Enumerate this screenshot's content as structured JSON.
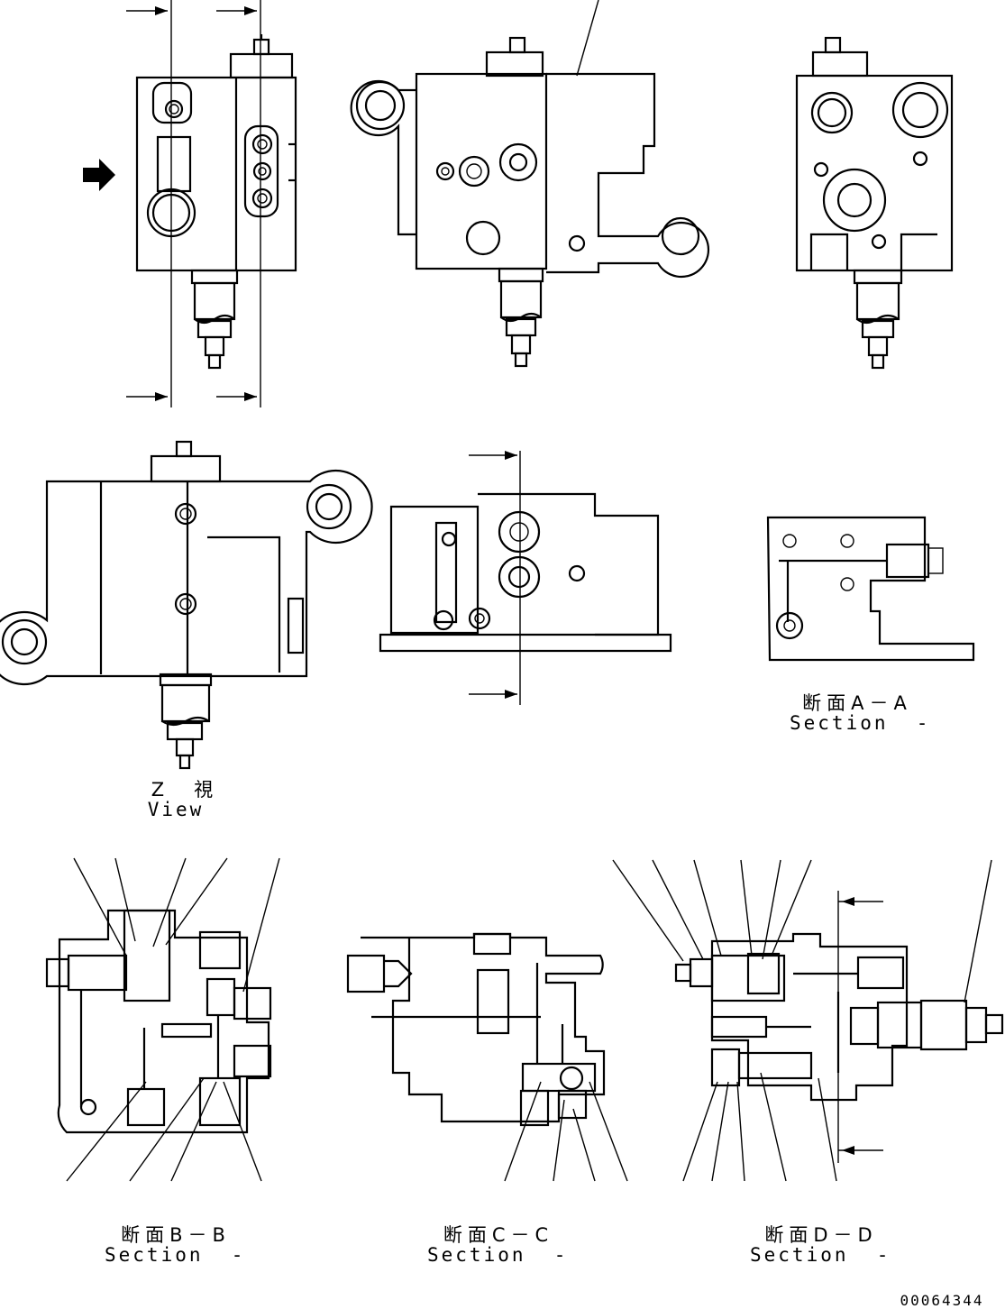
{
  "labels": {
    "z_view_ja": "Z　視",
    "z_view_en": "View",
    "section_aa_ja": "断面A－A",
    "section_aa_en": "Section  -",
    "section_bb_ja": "断面B－B",
    "section_bb_en": "Section  -",
    "section_cc_ja": "断面C－C",
    "section_cc_en": "Section  -",
    "section_dd_ja": "断面D－D",
    "section_dd_en": "Section  -",
    "drawing_number": "00064344"
  },
  "icons": {
    "view_arrow": "filled-right-arrow-icon",
    "section_arrows": "section-cut-arrow-icon"
  },
  "colors": {
    "line": "#000000",
    "background": "#ffffff"
  }
}
